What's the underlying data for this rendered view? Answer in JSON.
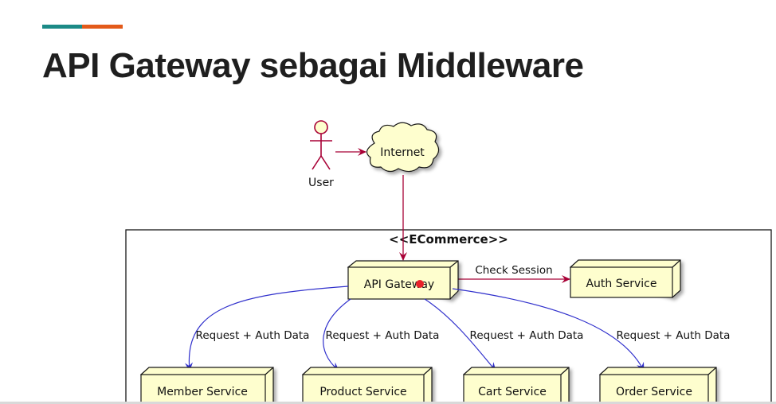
{
  "slide": {
    "title": "API Gateway sebagai Middleware",
    "accent_colors": [
      "#1b8a86",
      "#e35a1a"
    ]
  },
  "diagram": {
    "container_label": "<<ECommerce>>",
    "actor": {
      "label": "User",
      "icon": "stick-figure-icon"
    },
    "cloud": {
      "label": "Internet"
    },
    "gateway": {
      "label": "API Gateway"
    },
    "auth": {
      "label": "Auth Service"
    },
    "services": [
      {
        "label": "Member Service"
      },
      {
        "label": "Product Service"
      },
      {
        "label": "Cart Service"
      },
      {
        "label": "Order Service"
      }
    ],
    "edges": {
      "check_session": "Check Session",
      "request_labels": [
        "Request + Auth Data",
        "Request + Auth Data",
        "Request + Auth Data",
        "Request + Auth Data"
      ]
    },
    "colors": {
      "node_fill": "#fefece",
      "node_stroke": "#181818",
      "red_arrow": "#a80036",
      "blue_arrow": "#3030cc",
      "actor_stroke": "#a80036"
    }
  }
}
